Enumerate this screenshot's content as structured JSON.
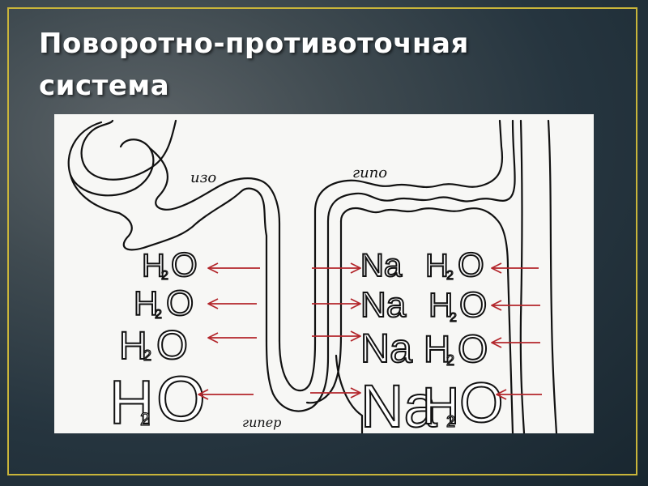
{
  "slide": {
    "title_line1": "Поворотно-противоточная",
    "title_line2": "система"
  },
  "diagram": {
    "labels": {
      "iso": "изо",
      "hypo": "гипо",
      "hyper": "гипер"
    },
    "formula": {
      "water_main": "H",
      "water_o": "O",
      "water_sub": "2",
      "sodium": "Na"
    },
    "arrow_color": "#b3262b"
  }
}
